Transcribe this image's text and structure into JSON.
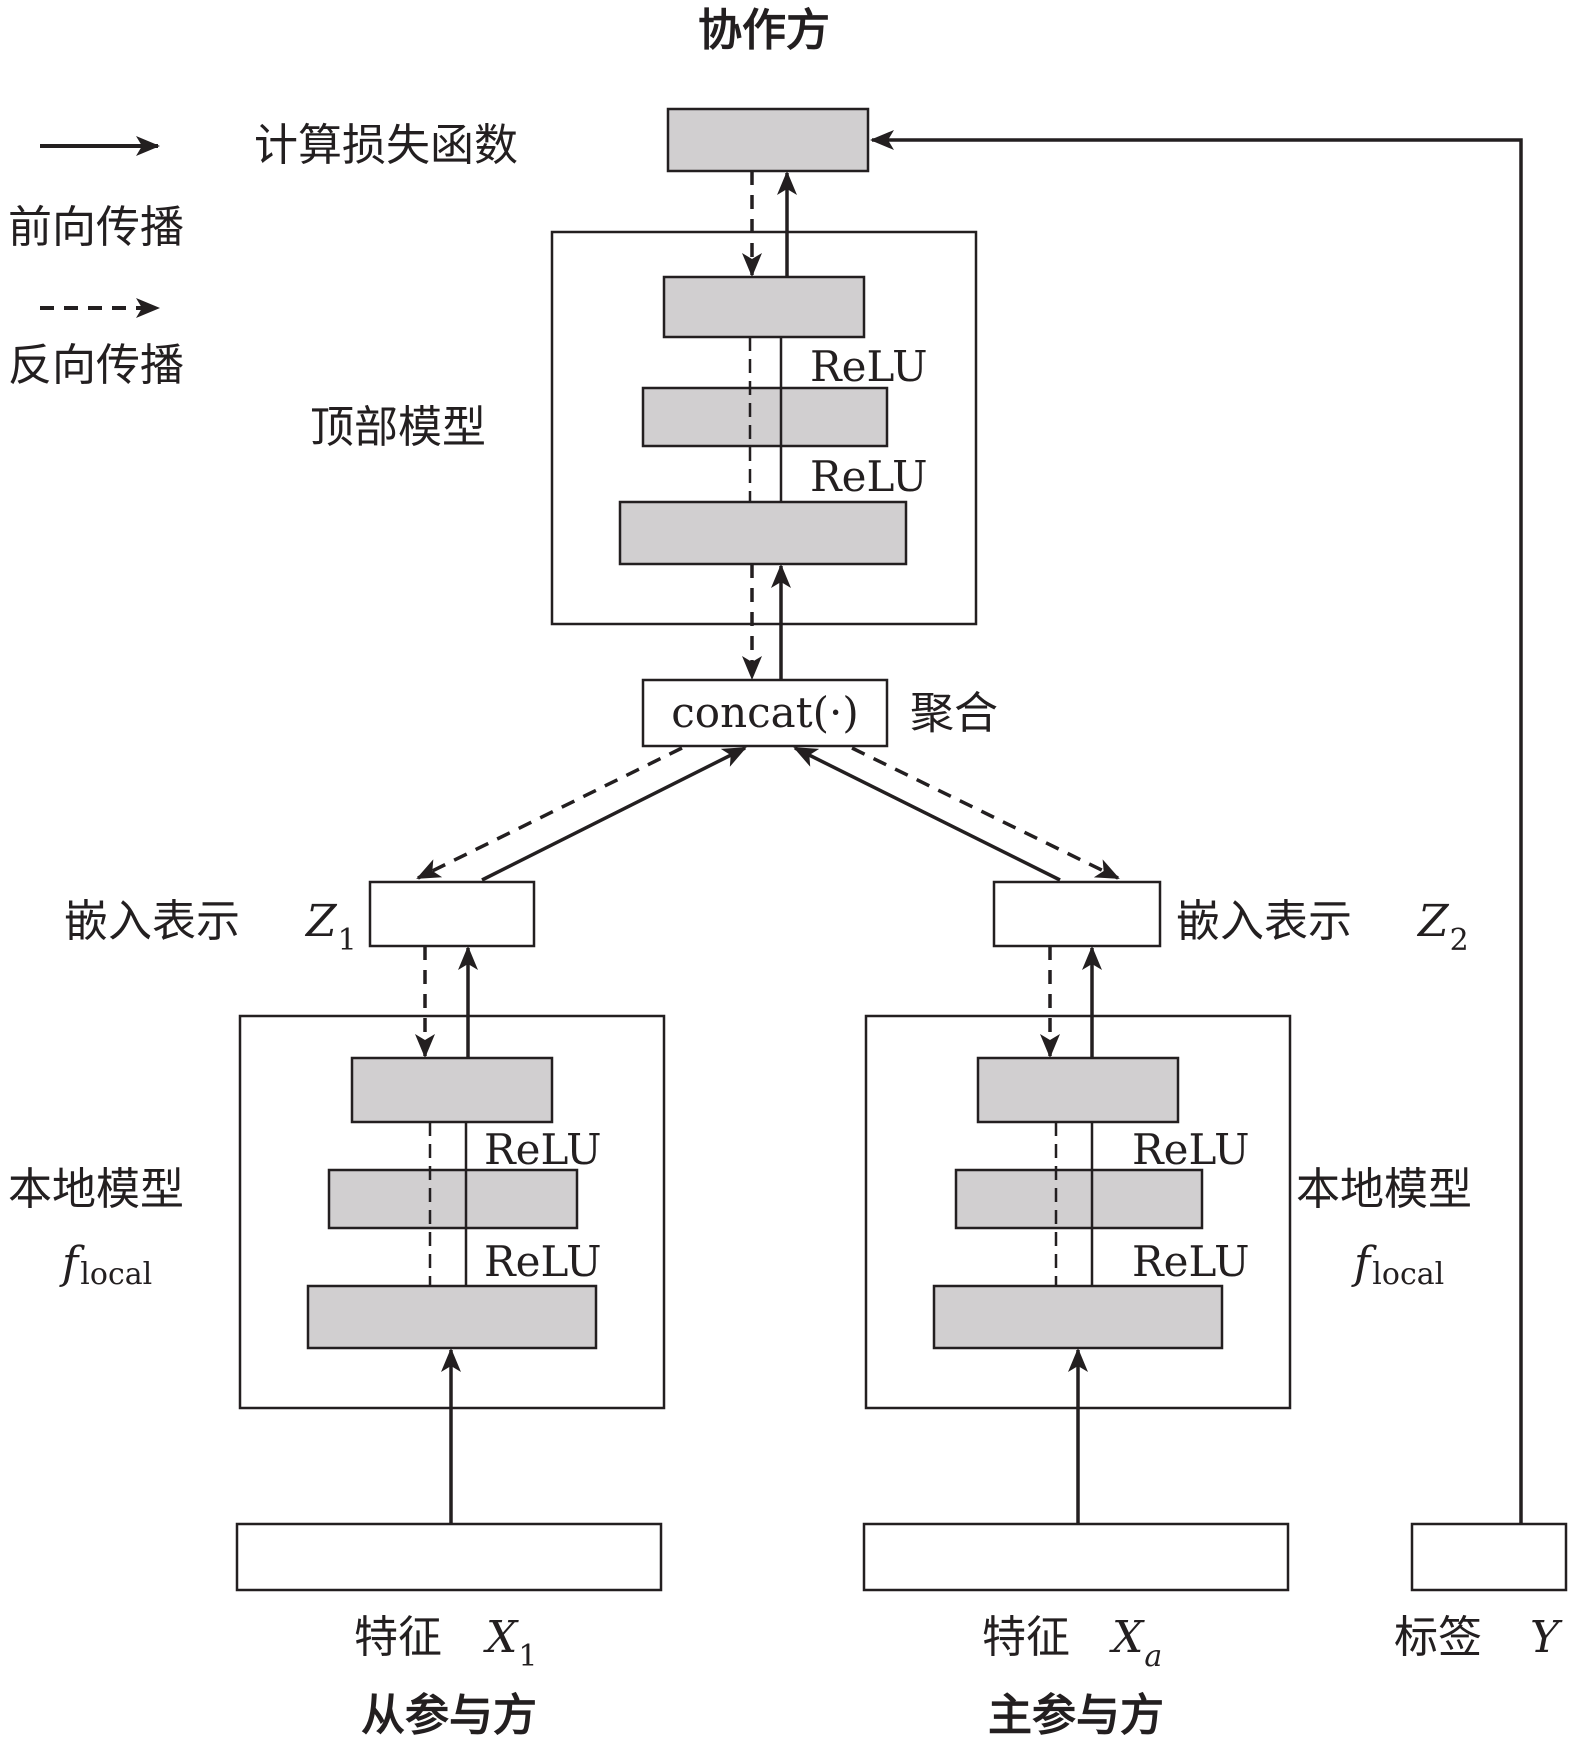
{
  "title": "协作方",
  "legend": {
    "loss_label": "计算损失函数",
    "forward_label": "前向传播",
    "backward_label": "反向传播"
  },
  "top_model": {
    "label": "顶部模型",
    "relu_1": "ReLU",
    "relu_2": "ReLU"
  },
  "aggregation": {
    "node_text": "concat(·)",
    "label": "聚合"
  },
  "left": {
    "embedding_label": "嵌入表示",
    "embedding_var": "Z",
    "embedding_sub": "1",
    "model_label": "本地模型",
    "model_var": "f",
    "model_sub": "local",
    "relu_1": "ReLU",
    "relu_2": "ReLU",
    "feature_label": "特征",
    "feature_var": "X",
    "feature_sub": "1",
    "party_label": "从参与方"
  },
  "right": {
    "embedding_label": "嵌入表示",
    "embedding_var": "Z",
    "embedding_sub": "2",
    "model_label": "本地模型",
    "model_var": "f",
    "model_sub": "local",
    "relu_1": "ReLU",
    "relu_2": "ReLU",
    "feature_label": "特征",
    "feature_var": "X",
    "feature_sub": "a",
    "party_label": "主参与方"
  },
  "label_node": {
    "label": "标签",
    "var": "Y"
  },
  "colors": {
    "stroke": "#231f20",
    "layer_fill": "#d1cfd0",
    "background": "#ffffff"
  }
}
